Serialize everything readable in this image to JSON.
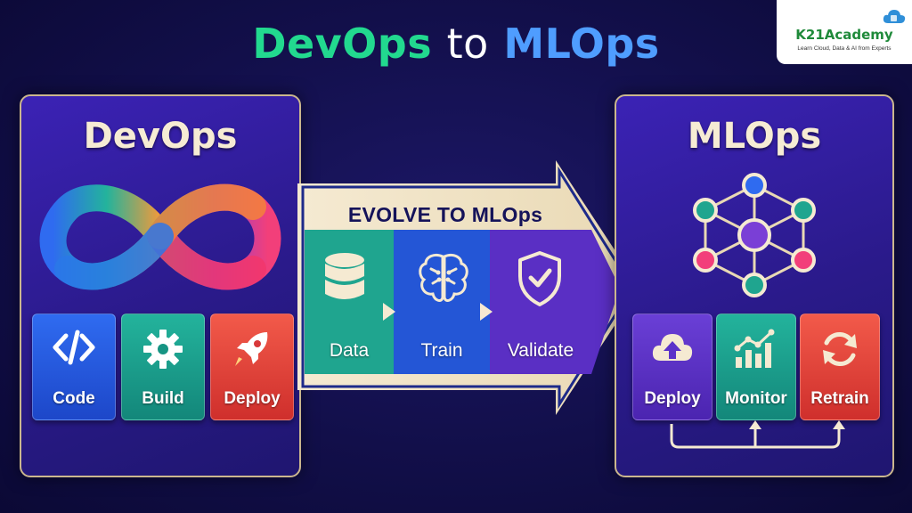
{
  "title": {
    "part1": "DevOps",
    "part2": "to",
    "part3": "MLOps"
  },
  "logo": {
    "name": "K21Academy",
    "tagline": "Learn Cloud, Data & AI from Experts"
  },
  "devops": {
    "title": "DevOps",
    "steps": [
      {
        "label": "Code",
        "icon": "code-brackets-icon",
        "color": "#2f6bf0"
      },
      {
        "label": "Build",
        "icon": "gear-icon",
        "color": "#1fa58f"
      },
      {
        "label": "Deploy",
        "icon": "rocket-icon",
        "color": "#ee4b3f"
      }
    ]
  },
  "transition": {
    "banner": "EVOLVE TO MLOps",
    "stages": [
      {
        "label": "Data",
        "icon": "database-icon",
        "color": "#1fa58f"
      },
      {
        "label": "Train",
        "icon": "brain-icon",
        "color": "#2456d6"
      },
      {
        "label": "Validate",
        "icon": "shield-check-icon",
        "color": "#5a2fc4"
      }
    ]
  },
  "mlops": {
    "title": "MLOps",
    "steps": [
      {
        "label": "Deploy",
        "icon": "cloud-upload-icon",
        "color": "#5b33c9"
      },
      {
        "label": "Monitor",
        "icon": "chart-icon",
        "color": "#1fa58f"
      },
      {
        "label": "Retrain",
        "icon": "refresh-icon",
        "color": "#ee4b3f"
      }
    ]
  }
}
